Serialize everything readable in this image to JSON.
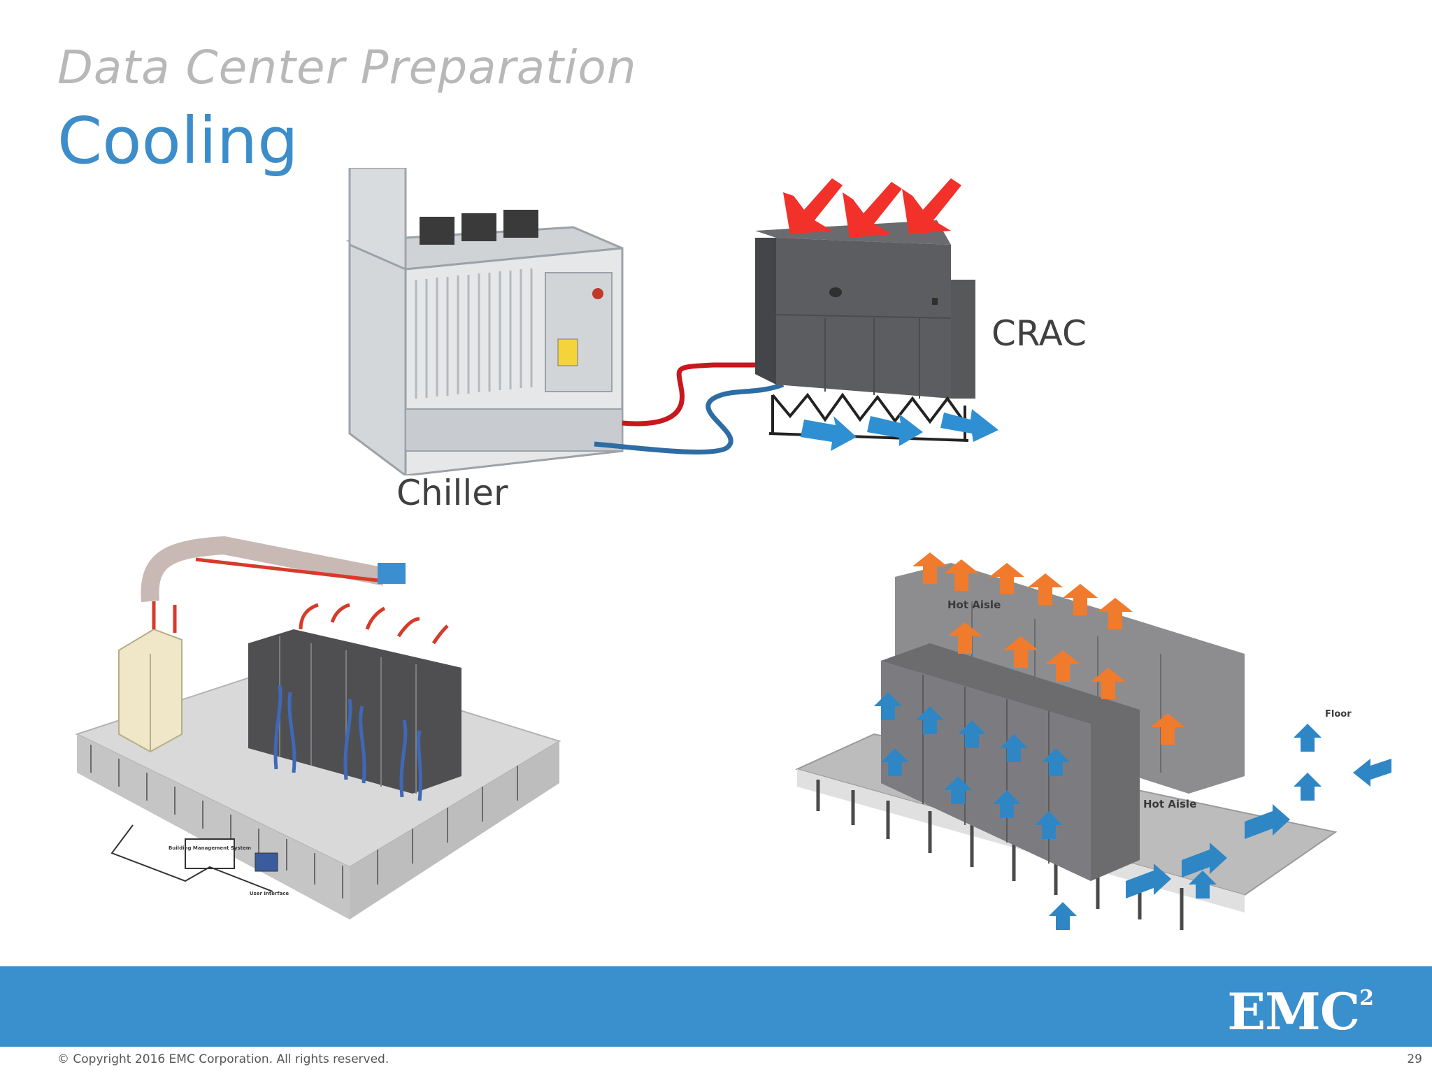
{
  "slide": {
    "kicker": "Data Center Preparation",
    "title": "Cooling"
  },
  "labels": {
    "crac": "CRAC",
    "chiller": "Chiller",
    "hot_aisle_1": "Hot Aisle",
    "hot_aisle_2": "Hot Aisle",
    "floor": "Floor",
    "bms": "Building Management System",
    "user_interface": "User Interface"
  },
  "footer": {
    "logo": "EMC",
    "logo_sup": "2",
    "copyright": "© Copyright 2016 EMC Corporation. All rights reserved.",
    "page_number": "29"
  },
  "colors": {
    "accent_blue": "#3c8dca",
    "footer_band": "#3a8fcd",
    "hot_red": "#e8302a",
    "cold_blue": "#2f8fd3",
    "hot_orange": "#f07b2c"
  }
}
